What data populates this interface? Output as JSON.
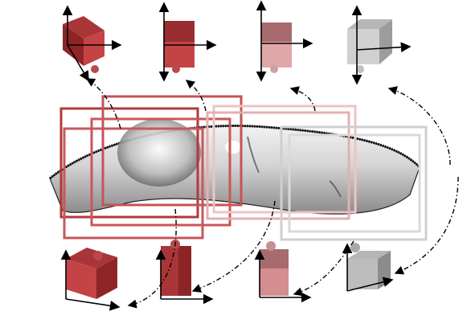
{
  "figure": {
    "background": "#ffffff",
    "surface_color": "#c8c8c8",
    "arrow_color": "#000000",
    "views": [
      {
        "id": "view-1",
        "color": "#b5393b",
        "shade": "#8e2426"
      },
      {
        "id": "view-2",
        "color": "#c44446",
        "shade": "#9a2d2f"
      },
      {
        "id": "view-3",
        "color": "#d99a9c",
        "shade": "#a86b6d"
      },
      {
        "id": "view-4",
        "color": "#c8c8c8",
        "shade": "#9c9c9c"
      }
    ],
    "frame_colors": [
      "#b03a3c",
      "#c65355",
      "#c8575a",
      "#e3b0b1",
      "#ecc4c5",
      "#cfcfcf",
      "#d9d9d9"
    ]
  }
}
